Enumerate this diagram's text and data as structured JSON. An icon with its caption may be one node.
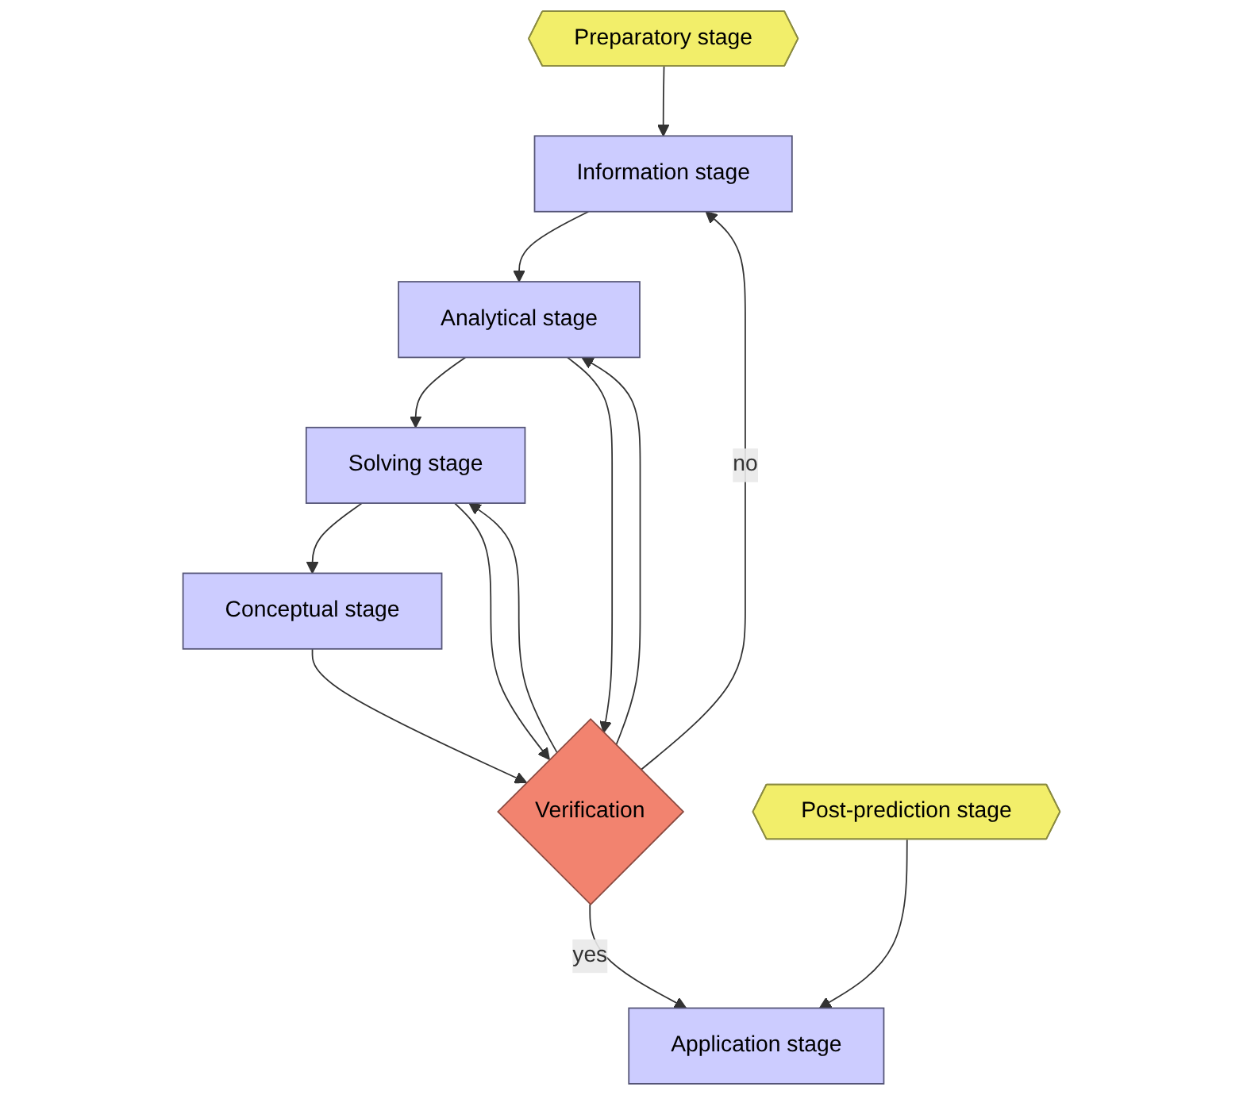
{
  "diagram": {
    "nodes": [
      {
        "text": [
          "Information stage"
        ]
      },
      {
        "text": [
          "Preparatory stage"
        ]
      },
      {
        "text": [
          "Analytical stage"
        ]
      },
      {
        "text": [
          "Solving stage"
        ]
      },
      {
        "text": [
          "Conceptual stage"
        ]
      },
      {
        "text": [
          "Verification"
        ]
      },
      {
        "text": [
          "Application stage"
        ]
      },
      {
        "text": [
          "Post-prediction stage"
        ]
      }
    ],
    "edges": [
      {
        "from": 1,
        "to": 0,
        "arrow": "to"
      },
      {
        "from": 0,
        "to": 2,
        "arrow": "to"
      },
      {
        "from": 2,
        "to": 3,
        "arrow": "to"
      },
      {
        "from": 3,
        "to": 4,
        "arrow": "to"
      },
      {
        "from": 4,
        "to": 5,
        "arrow": "to"
      },
      {
        "from": 5,
        "to": 0,
        "arrow": "to",
        "label": "no"
      },
      {
        "from": 5,
        "to": 2,
        "arrow": "to"
      },
      {
        "from": 5,
        "to": 3,
        "arrow": "to"
      },
      {
        "from": 2,
        "to": 5,
        "arrow": "to"
      },
      {
        "from": 3,
        "to": 5,
        "arrow": "to"
      },
      {
        "from": 5,
        "to": 6,
        "arrow": "to",
        "label": "yes"
      },
      {
        "from": 7,
        "to": 6,
        "arrow": "to"
      }
    ]
  }
}
